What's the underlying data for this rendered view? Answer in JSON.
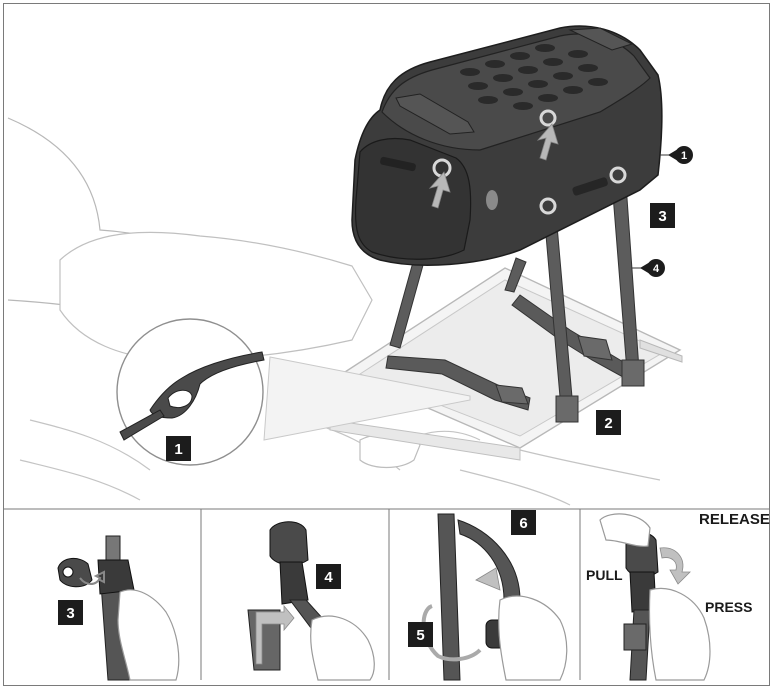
{
  "labels": {
    "main_step_2": "2",
    "main_step_3": "3",
    "inset_step_1": "1",
    "callout_1": "1",
    "callout_4": "4"
  },
  "panels": [
    {
      "step_a": "3"
    },
    {
      "step_a": "4"
    },
    {
      "step_a": "5",
      "step_b": "6"
    },
    {
      "release": "RELEASE",
      "pull": "PULL",
      "press": "PRESS"
    }
  ],
  "colors": {
    "bag": "#3a3a3a",
    "bag_dark": "#262626",
    "strap": "#555555",
    "badge": "#1c1c1c",
    "line": "#9a9a9a",
    "arrow": "#b5b5b5"
  }
}
